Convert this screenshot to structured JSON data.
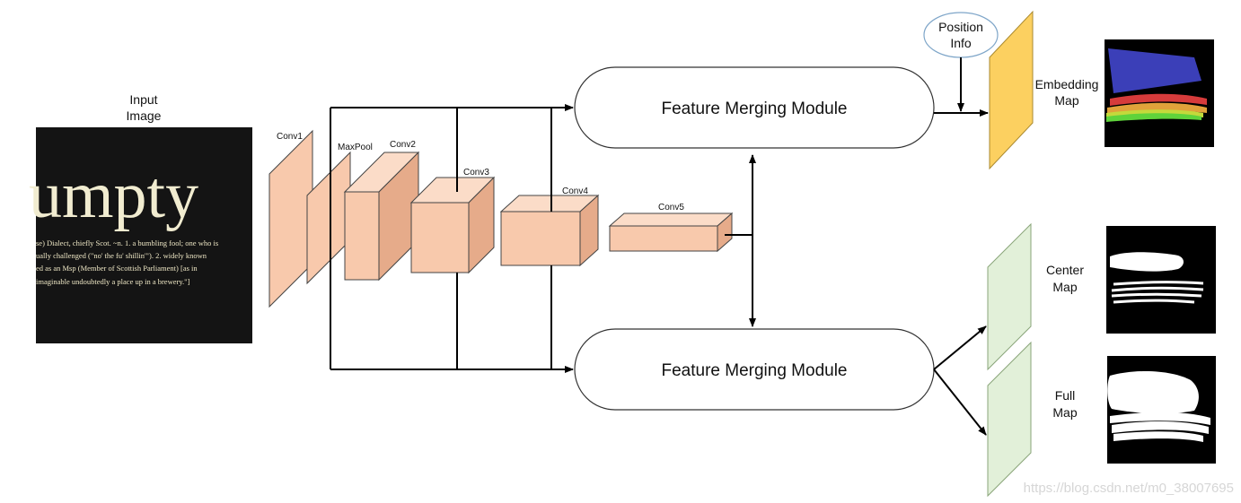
{
  "input_image": {
    "label_line1": "Input",
    "label_line2": "Image",
    "word": "umpty",
    "text_lines": [
      "se) Dialect, chiefly Scot. ~n. 1. a bumbling fool; one who is",
      "ually challenged (\"no' the fu' shillin'\"). 2. widely known",
      "ed as an Msp (Member of Scottish Parliament) [as in",
      "imaginable undoubtedly a place up in a brewery.\"]"
    ]
  },
  "layers": {
    "conv1": "Conv1",
    "maxpool": "MaxPool",
    "conv2": "Conv2",
    "conv3": "Conv3",
    "conv4": "Conv4",
    "conv5": "Conv5"
  },
  "modules": {
    "top": "Feature Merging Module",
    "bottom": "Feature Merging Module"
  },
  "position_info": {
    "line1": "Position",
    "line2": "Info"
  },
  "outputs": {
    "embedding": {
      "line1": "Embedding",
      "line2": "Map"
    },
    "center": {
      "line1": "Center",
      "line2": "Map"
    },
    "full": {
      "line1": "Full",
      "line2": "Map"
    }
  },
  "colors": {
    "layer_fill": "#f8c9ac",
    "layer_dark": "#e6ab8a",
    "embedding_fill": "#fcd060",
    "map_fill": "#e2f0d9",
    "ellipse_stroke": "#7fa6c9"
  },
  "watermark": "https://blog.csdn.net/m0_38007695"
}
